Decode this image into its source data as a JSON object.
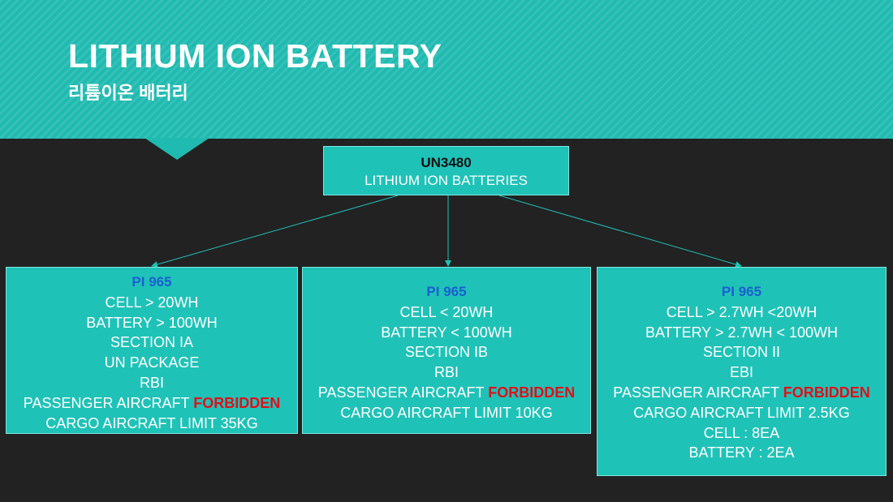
{
  "header": {
    "title": "LITHIUM ION BATTERY",
    "subtitle": "리튬이온 배터리"
  },
  "root": {
    "code": "UN3480",
    "name": "LITHIUM ION BATTERIES"
  },
  "boxes": [
    {
      "pi": "PI 965",
      "lines": [
        "CELL > 20WH",
        "BATTERY > 100WH",
        "SECTION IA",
        "UN PACKAGE",
        "RBI"
      ],
      "passenger": "PASSENGER AIRCRAFT",
      "forbidden": "FORBIDDEN",
      "tail": [
        "CARGO AIRCRAFT LIMIT 35KG"
      ]
    },
    {
      "pi": "PI 965",
      "lines": [
        "CELL < 20WH",
        "BATTERY < 100WH",
        "SECTION IB",
        "RBI"
      ],
      "passenger": "PASSENGER AIRCRAFT",
      "forbidden": "FORBIDDEN",
      "tail": [
        "CARGO AIRCRAFT LIMIT 10KG"
      ]
    },
    {
      "pi": "PI 965",
      "lines": [
        "CELL > 2.7WH <20WH",
        "BATTERY > 2.7WH < 100WH",
        "SECTION II",
        "EBI"
      ],
      "passenger": "PASSENGER AIRCRAFT",
      "forbidden": "FORBIDDEN",
      "tail": [
        "CARGO AIRCRAFT LIMIT 2.5KG",
        "CELL : 8EA",
        "BATTERY : 2EA"
      ]
    }
  ],
  "colors": {
    "teal": "#1fc2b7",
    "background": "#222222",
    "pi_blue": "#1a5fd0",
    "forbidden_red": "#e0101a"
  }
}
